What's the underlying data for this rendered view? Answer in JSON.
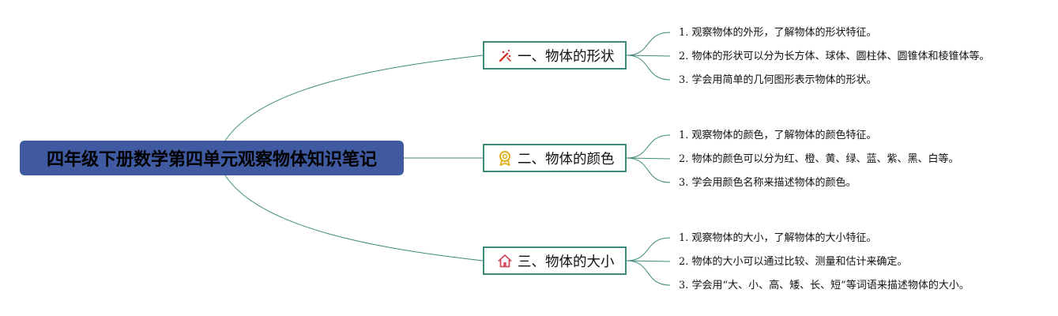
{
  "root": {
    "title": "四年级下册数学第四单元观察物体知识笔记",
    "color": "#3f5aa0"
  },
  "line_color": "#3e8a7a",
  "branches": [
    {
      "label": "一、物体的形状",
      "icon": "magic-wand-icon",
      "items": [
        "1. 观察物体的外形，了解物体的形状特征。",
        "2. 物体的形状可以分为长方体、球体、圆柱体、圆锥体和棱锥体等。",
        "3. 学会用简单的几何图形表示物体的形状。"
      ]
    },
    {
      "label": "二、物体的颜色",
      "icon": "award-badge-icon",
      "items": [
        "1. 观察物体的颜色，了解物体的颜色特征。",
        "2. 物体的颜色可以分为红、橙、黄、绿、蓝、紫、黑、白等。",
        "3. 学会用颜色名称来描述物体的颜色。"
      ]
    },
    {
      "label": "三、物体的大小",
      "icon": "house-icon",
      "items": [
        "1. 观察物体的大小，了解物体的大小特征。",
        "2. 物体的大小可以通过比较、测量和估计来确定。",
        "3. 学会用“大、小、高、矮、长、短”等词语来描述物体的大小。"
      ]
    }
  ]
}
